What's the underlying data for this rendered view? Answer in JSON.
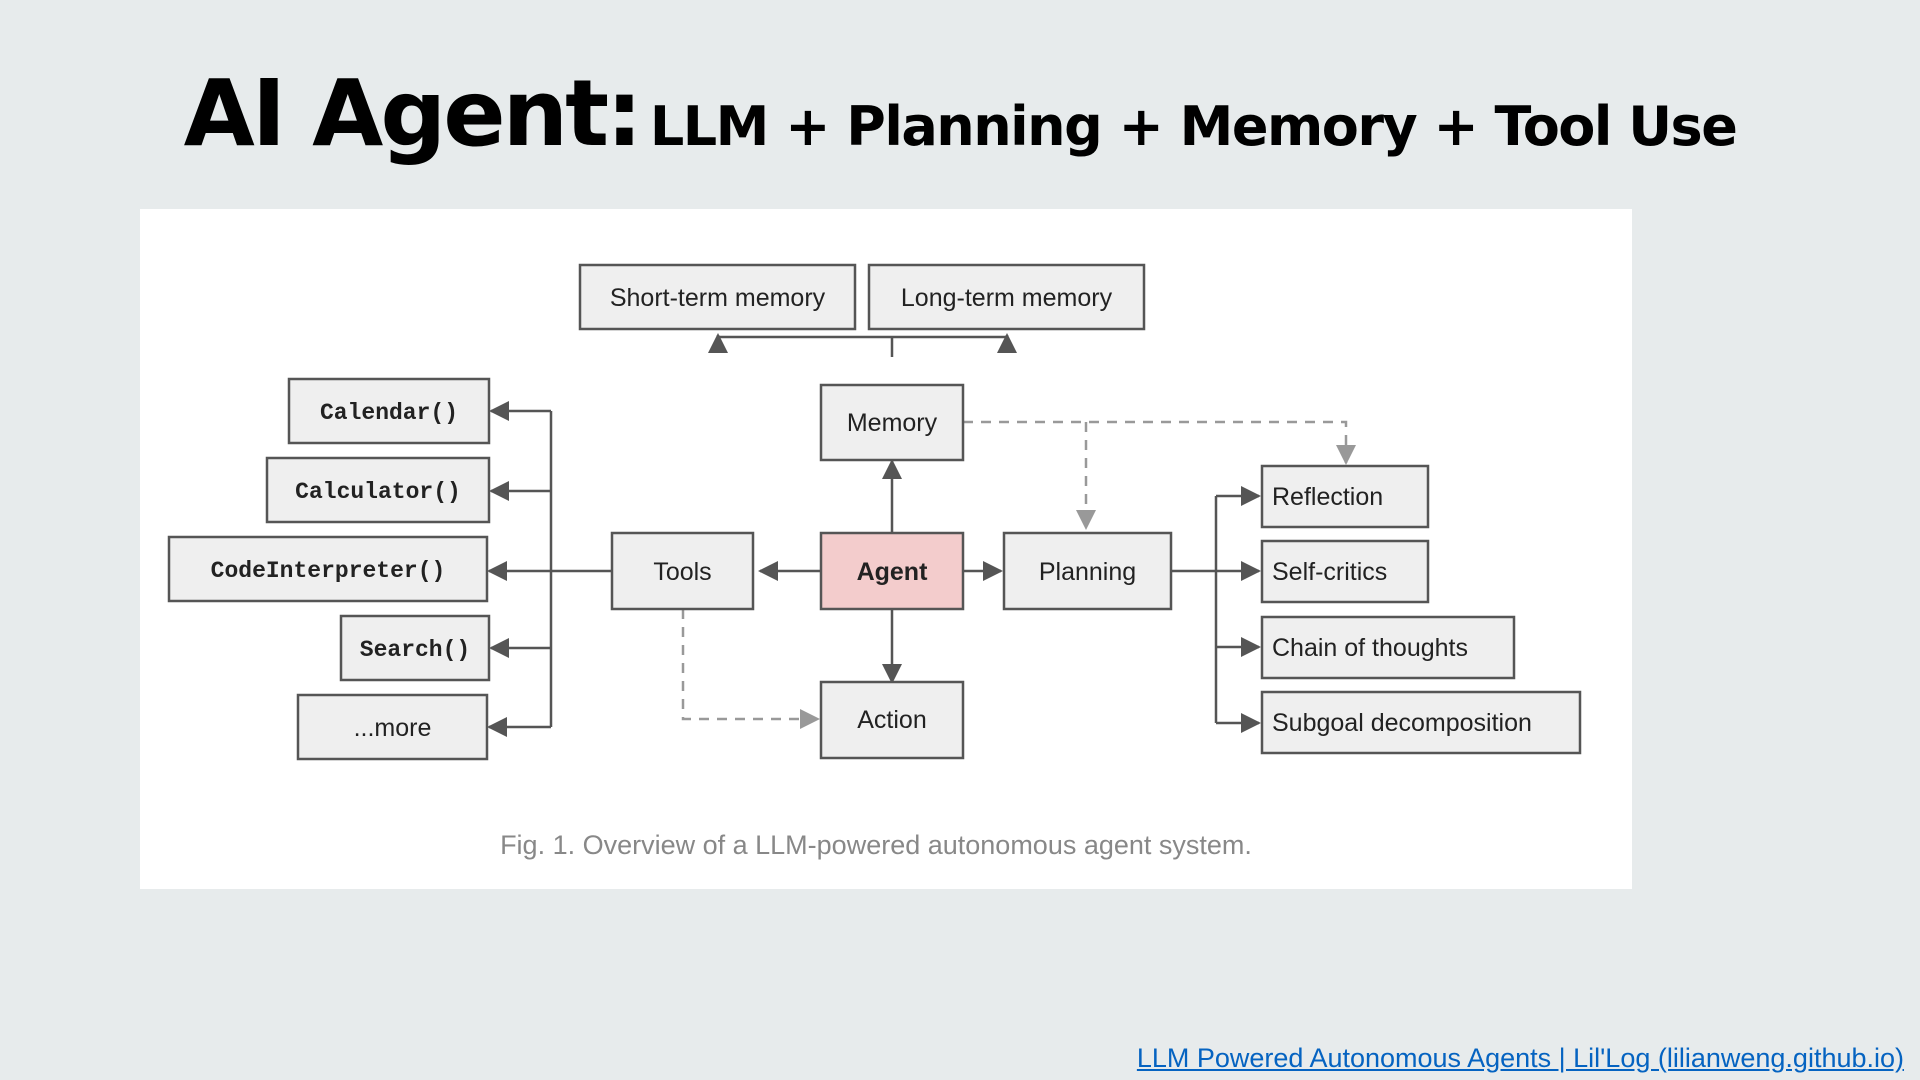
{
  "slide": {
    "title_main": "AI Agent:",
    "title_sub": "LLM + Planning + Memory + Tool Use",
    "caption": "Fig. 1. Overview of a LLM-powered autonomous agent system.",
    "source_link": "LLM Powered Autonomous Agents | Lil'Log (lilianweng.github.io)"
  },
  "diagram": {
    "nodes": {
      "short_term_memory": "Short-term memory",
      "long_term_memory": "Long-term memory",
      "memory": "Memory",
      "agent": "Agent",
      "tools": "Tools",
      "planning": "Planning",
      "action": "Action",
      "calendar": "Calendar()",
      "calculator": "Calculator()",
      "code_interpreter": "CodeInterpreter()",
      "search": "Search()",
      "more": "...more",
      "reflection": "Reflection",
      "self_critics": "Self-critics",
      "chain_of_thoughts": "Chain of thoughts",
      "subgoal_decomposition": "Subgoal decomposition"
    },
    "edges": [
      {
        "from": "agent",
        "to": "memory",
        "style": "solid"
      },
      {
        "from": "agent",
        "to": "tools",
        "style": "solid"
      },
      {
        "from": "agent",
        "to": "planning",
        "style": "solid"
      },
      {
        "from": "agent",
        "to": "action",
        "style": "solid"
      },
      {
        "from": "memory",
        "to": "short_term_memory",
        "style": "solid"
      },
      {
        "from": "memory",
        "to": "long_term_memory",
        "style": "solid"
      },
      {
        "from": "memory",
        "to": "planning",
        "style": "dashed"
      },
      {
        "from": "memory",
        "to": "reflection",
        "style": "dashed"
      },
      {
        "from": "tools",
        "to": "action",
        "style": "dashed"
      },
      {
        "from": "tools",
        "to": "calendar",
        "style": "solid"
      },
      {
        "from": "tools",
        "to": "calculator",
        "style": "solid"
      },
      {
        "from": "tools",
        "to": "code_interpreter",
        "style": "solid"
      },
      {
        "from": "tools",
        "to": "search",
        "style": "solid"
      },
      {
        "from": "tools",
        "to": "more",
        "style": "solid"
      },
      {
        "from": "planning",
        "to": "reflection",
        "style": "solid"
      },
      {
        "from": "planning",
        "to": "self_critics",
        "style": "solid"
      },
      {
        "from": "planning",
        "to": "chain_of_thoughts",
        "style": "solid"
      },
      {
        "from": "planning",
        "to": "subgoal_decomposition",
        "style": "solid"
      }
    ]
  }
}
